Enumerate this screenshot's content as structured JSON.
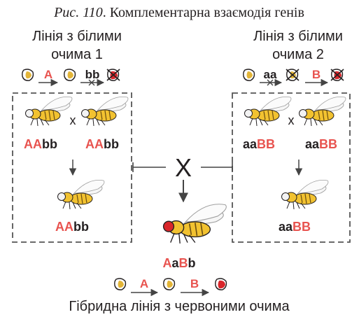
{
  "caption": {
    "prefix": "Рис. 110",
    "text": ". Комплементарна взаємодія генів"
  },
  "line1": {
    "title_1": "Лінія з білими",
    "title_2": "очима 1",
    "pathway": {
      "enzyme_1": "A",
      "enzyme_2": "bb"
    },
    "parent_a": [
      {
        "text": "AA",
        "color": "red"
      },
      {
        "text": "bb",
        "color": "dark"
      }
    ],
    "parent_b": [
      {
        "text": "AA",
        "color": "red"
      },
      {
        "text": "bb",
        "color": "dark"
      }
    ],
    "cross_sign": "x",
    "offspring": [
      {
        "text": "AA",
        "color": "red"
      },
      {
        "text": "bb",
        "color": "dark"
      }
    ]
  },
  "line2": {
    "title_1": "Лінія з білими",
    "title_2": "очима 2",
    "pathway": {
      "enzyme_1": "aa",
      "enzyme_2": "B"
    },
    "parent_a": [
      {
        "text": "aa",
        "color": "dark"
      },
      {
        "text": "BB",
        "color": "red"
      }
    ],
    "parent_b": [
      {
        "text": "aa",
        "color": "dark"
      },
      {
        "text": "BB",
        "color": "red"
      }
    ],
    "cross_sign": "x",
    "offspring": [
      {
        "text": "aa",
        "color": "dark"
      },
      {
        "text": "BB",
        "color": "red"
      }
    ]
  },
  "big_cross": "X",
  "hybrid": {
    "genotype": [
      {
        "text": "A",
        "color": "red"
      },
      {
        "text": "a",
        "color": "dark"
      },
      {
        "text": "B",
        "color": "red"
      },
      {
        "text": "b",
        "color": "dark"
      }
    ],
    "pathway": {
      "enzyme_1": "A",
      "enzyme_2": "B"
    },
    "title": "Гібридна лінія з червоними очима"
  },
  "colors": {
    "accent_red": "#e8534f",
    "text": "#231f20",
    "fly_body": "#f2c230",
    "eye_red": "#d9262b",
    "dash": "#555555"
  }
}
